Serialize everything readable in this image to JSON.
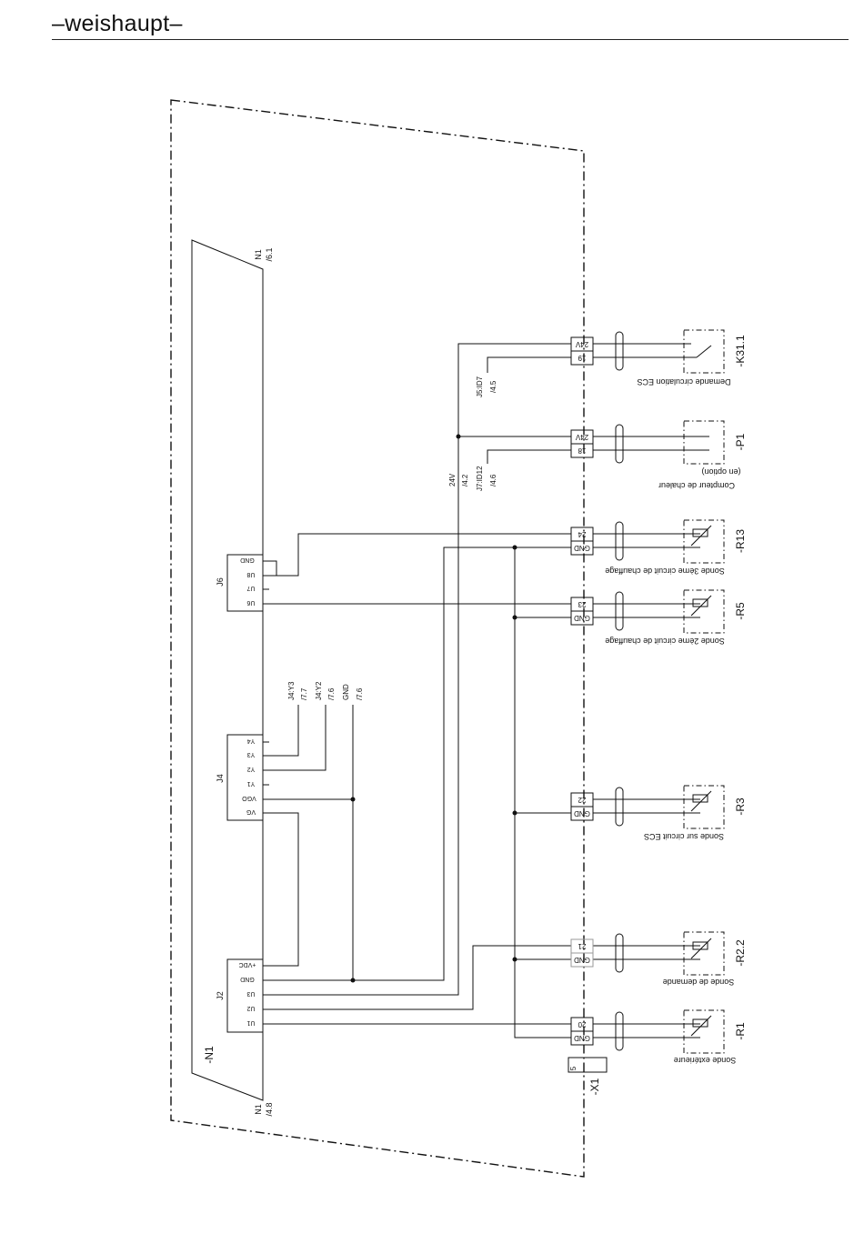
{
  "header": {
    "logo": "–weishaupt–"
  },
  "diagram": {
    "N1_label": "-N1",
    "N1_ref_top": [
      "N1",
      "/6.1"
    ],
    "N1_ref_bottom": [
      "N1",
      "/4.8"
    ],
    "X1_label": "-X1",
    "X1_term": "5",
    "connectors": [
      {
        "id": "J6",
        "pins": [
          "GND",
          "U8",
          "U7",
          "U6"
        ]
      },
      {
        "id": "J4",
        "pins": [
          "Y4",
          "Y3",
          "Y2",
          "Y1",
          "VGO",
          "VG"
        ]
      },
      {
        "id": "J2",
        "pins": [
          "+VDC",
          "GND",
          "U3",
          "U2",
          "U1"
        ]
      }
    ],
    "xrefs": {
      "J4Y3": [
        "J4:Y3",
        "/7.7"
      ],
      "J4Y2": [
        "J4:Y2",
        "/7.6"
      ],
      "GND": [
        "GND",
        "/7.6"
      ],
      "V24": [
        "24V",
        "/4.2"
      ],
      "J7ID12": [
        "J7:ID12",
        "/4.6"
      ],
      "J5ID7": [
        "J5:ID7",
        "/4.5"
      ]
    },
    "terminals": [
      {
        "num": "19",
        "second": "24V"
      },
      {
        "num": "18",
        "second": "24V"
      },
      {
        "num": "24",
        "second": "GND"
      },
      {
        "num": "23",
        "second": "GND"
      },
      {
        "num": "22",
        "second": "GND"
      },
      {
        "num": "21",
        "second": "GND"
      },
      {
        "num": "20",
        "second": "GND"
      }
    ],
    "devices": [
      {
        "tag": "-K31.1",
        "desc": "Demande circulation ECS"
      },
      {
        "tag": "-P1",
        "desc": "Compteur de chaleur",
        "note": "(en option)"
      },
      {
        "tag": "-R13",
        "desc": "Sonde 3ème circuit de chauffage"
      },
      {
        "tag": "-R5",
        "desc": "Sonde 2ème circuit de chauffage"
      },
      {
        "tag": "-R3",
        "desc": "Sonde sur circuit ECS"
      },
      {
        "tag": "-R2.2",
        "desc": "Sonde de demande"
      },
      {
        "tag": "-R1",
        "desc": "Sonde extérieure"
      }
    ]
  }
}
